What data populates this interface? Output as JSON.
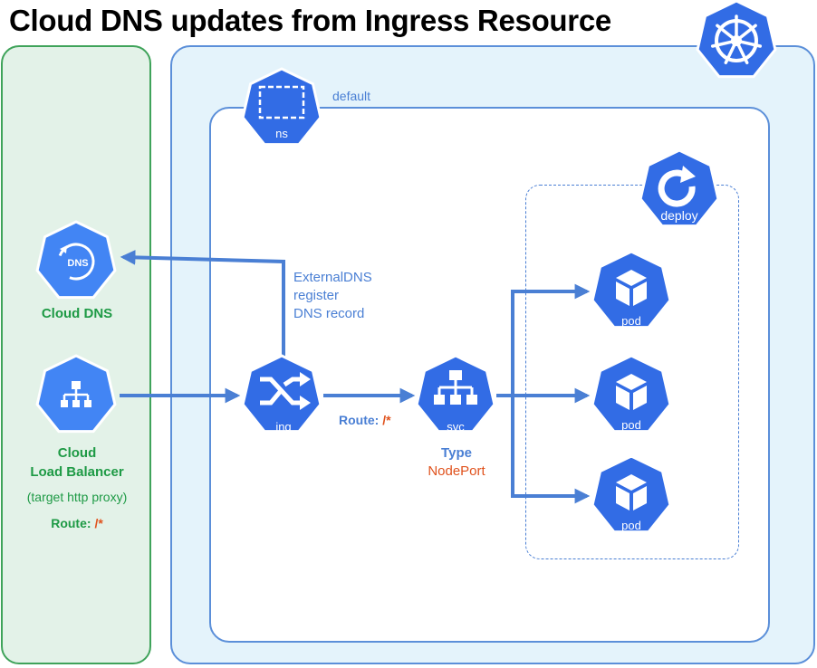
{
  "title": "Cloud DNS updates from Ingress Resource",
  "namespace": {
    "name": "default",
    "icon_label": "ns"
  },
  "icons": {
    "kubernetes": "kubernetes-helm-icon",
    "deploy": "deploy-icon",
    "pod": "pod-cube-icon",
    "ing": "ingress-shuffle-icon",
    "svc": "service-hierarchy-icon",
    "dns": "cloud-dns-icon",
    "lb": "load-balancer-icon",
    "ns": "namespace-icon"
  },
  "colors": {
    "k8s_blue": "#326ce5",
    "line_blue": "#4a7fd4",
    "gcp_blue": "#4285f4",
    "green": "#1e9a45",
    "orange": "#e0521d",
    "k8s_panel_bg": "#e4f3fb",
    "gcp_panel_bg": "#e3f2e8"
  },
  "gcp": {
    "dns": {
      "icon_text": "DNS",
      "label": "Cloud DNS"
    },
    "lb": {
      "label_line1": "Cloud",
      "label_line2": "Load Balancer",
      "sublabel": "(target http proxy)",
      "route_prefix": "Route: ",
      "route_value": "/*"
    }
  },
  "k8s": {
    "deploy_label": "deploy",
    "ing": {
      "label": "ing",
      "route_prefix": "Route: ",
      "route_value": "/*"
    },
    "external_dns": {
      "line1": "ExternalDNS",
      "line2": "register",
      "line3": "DNS record"
    },
    "svc": {
      "label": "svc",
      "type_label": "Type",
      "type_value": "NodePort"
    },
    "pods": [
      {
        "label": "pod"
      },
      {
        "label": "pod"
      },
      {
        "label": "pod"
      }
    ]
  }
}
